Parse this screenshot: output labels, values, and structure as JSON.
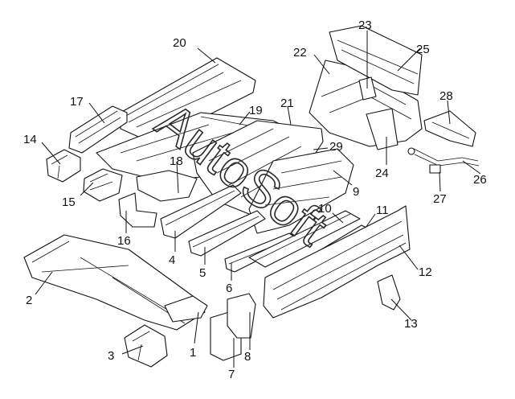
{
  "callouts": [
    {
      "id": "1",
      "label": "1"
    },
    {
      "id": "2",
      "label": "2"
    },
    {
      "id": "3",
      "label": "3"
    },
    {
      "id": "4",
      "label": "4"
    },
    {
      "id": "5",
      "label": "5"
    },
    {
      "id": "6",
      "label": "6"
    },
    {
      "id": "7",
      "label": "7"
    },
    {
      "id": "8",
      "label": "8"
    },
    {
      "id": "9",
      "label": "9"
    },
    {
      "id": "10",
      "label": "10"
    },
    {
      "id": "11",
      "label": "11"
    },
    {
      "id": "12",
      "label": "12"
    },
    {
      "id": "13",
      "label": "13"
    },
    {
      "id": "14",
      "label": "14"
    },
    {
      "id": "15",
      "label": "15"
    },
    {
      "id": "16",
      "label": "16"
    },
    {
      "id": "17",
      "label": "17"
    },
    {
      "id": "18",
      "label": "18"
    },
    {
      "id": "19",
      "label": "19"
    },
    {
      "id": "20",
      "label": "20"
    },
    {
      "id": "21",
      "label": "21"
    },
    {
      "id": "22",
      "label": "22"
    },
    {
      "id": "23",
      "label": "23"
    },
    {
      "id": "24",
      "label": "24"
    },
    {
      "id": "25",
      "label": "25"
    },
    {
      "id": "26",
      "label": "26"
    },
    {
      "id": "27",
      "label": "27"
    },
    {
      "id": "28",
      "label": "28"
    },
    {
      "id": "29",
      "label": "29"
    }
  ],
  "watermark": "AutoSoft"
}
